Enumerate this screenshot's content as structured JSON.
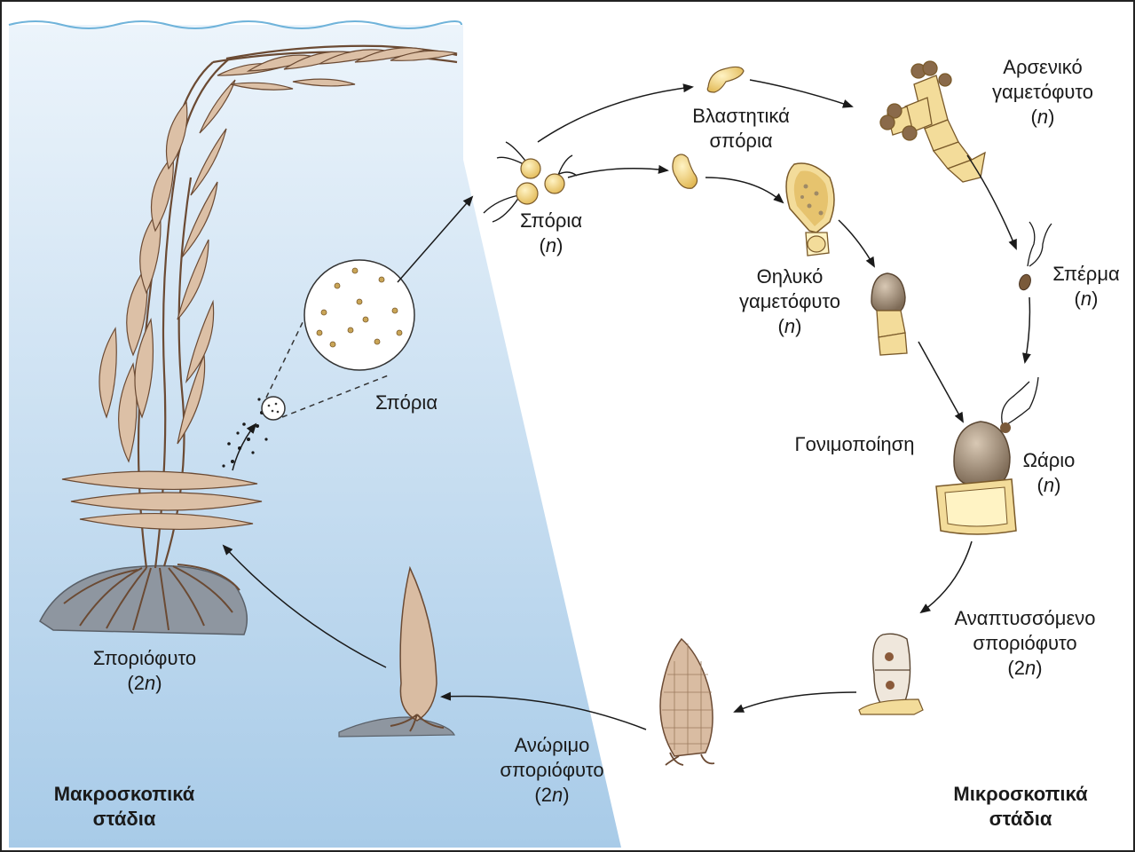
{
  "labels": {
    "sporophyte": "Σποριόφυτο",
    "sporophyte_ploidy_pre": "(2",
    "sporophyte_ploidy_n": "n",
    "sporophyte_ploidy_post": ")",
    "spores_release": "Σπόρια",
    "spores": "Σπόρια",
    "spores_ploidy_pre": "(",
    "spores_ploidy_n": "n",
    "spores_ploidy_post": ")",
    "germinating_spores_line1": "Βλαστητικά",
    "germinating_spores_line2": "σπόρια",
    "male_gametophyte_line1": "Αρσενικό",
    "male_gametophyte_line2": "γαμετόφυτο",
    "male_ploidy_pre": "(",
    "male_ploidy_n": "n",
    "male_ploidy_post": ")",
    "female_gametophyte_line1": "Θηλυκό",
    "female_gametophyte_line2": "γαμετόφυτο",
    "female_ploidy_pre": "(",
    "female_ploidy_n": "n",
    "female_ploidy_post": ")",
    "sperm": "Σπέρμα",
    "sperm_ploidy_pre": "(",
    "sperm_ploidy_n": "n",
    "sperm_ploidy_post": ")",
    "fertilization": "Γονιμοποίηση",
    "egg": "Ωάριο",
    "egg_ploidy_pre": "(",
    "egg_ploidy_n": "n",
    "egg_ploidy_post": ")",
    "developing_sporophyte_line1": "Αναπτυσσόμενο",
    "developing_sporophyte_line2": "σποριόφυτο",
    "developing_ploidy_pre": "(2",
    "developing_ploidy_n": "n",
    "developing_ploidy_post": ")",
    "immature_sporophyte_line1": "Ανώριμο",
    "immature_sporophyte_line2": "σποριόφυτο",
    "immature_ploidy_pre": "(2",
    "immature_ploidy_n": "n",
    "immature_ploidy_post": ")",
    "macroscopic_line1": "Μακροσκοπικά",
    "macroscopic_line2": "στάδια",
    "microscopic_line1": "Μικροσκοπικά",
    "microscopic_line2": "στάδια"
  },
  "colors": {
    "water_top": "#e6f1fa",
    "water_bottom": "#a9cce9",
    "kelp_fill": "#d9bca2",
    "kelp_stroke": "#6b4a33",
    "cell_fill": "#f3dc9a",
    "cell_stroke": "#7a5a2a",
    "rock": "#8e96a0",
    "arrow": "#1a1a1a"
  }
}
